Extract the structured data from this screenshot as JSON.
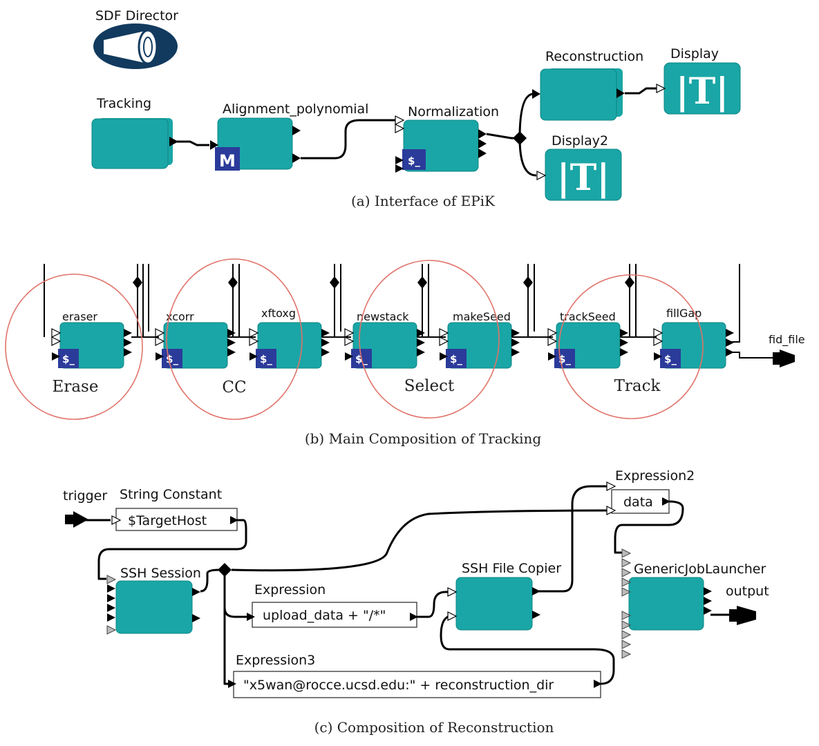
{
  "panel_a": {
    "director_label": "SDF Director",
    "tracking_label": "Tracking",
    "alignment_label": "Alignment_polynomial",
    "normalization_label": "Normalization",
    "reconstruction_label": "Reconstruction",
    "display_label": "Display",
    "display2_label": "Display2",
    "m_badge": "M",
    "shell_badge": "$_",
    "display_glyph": "|T|",
    "caption": "(a) Interface of EPiK"
  },
  "panel_b": {
    "actors": [
      "eraser",
      "xcorr",
      "xftoxg",
      "newstack",
      "makeSeed",
      "trackSeed",
      "fillGap"
    ],
    "groups": [
      "Erase",
      "CC",
      "Select",
      "Track"
    ],
    "output_label": "fid_file",
    "shell_badge": "$_",
    "caption": "(b) Main Composition of Tracking"
  },
  "panel_c": {
    "trigger_label": "trigger",
    "string_constant_label": "String Constant",
    "string_constant_value": "$TargetHost",
    "ssh_session_label": "SSH Session",
    "expression_label": "Expression",
    "expression_value": "upload_data + \"/*\"",
    "expression3_label": "Expression3",
    "expression3_value": "\"x5wan@rocce.ucsd.edu:\" + reconstruction_dir",
    "ssh_file_copier_label": "SSH File Copier",
    "expression2_label": "Expression2",
    "expression2_value": "data",
    "generic_job_launcher_label": "GenericJobLauncher",
    "output_label": "output",
    "caption": "(c) Composition of Reconstruction"
  },
  "colors": {
    "actor_fill": "#1aa6a6",
    "director_fill": "#123a5e",
    "badge_fill": "#2b3b9a",
    "circle_stroke": "#e0736a"
  }
}
